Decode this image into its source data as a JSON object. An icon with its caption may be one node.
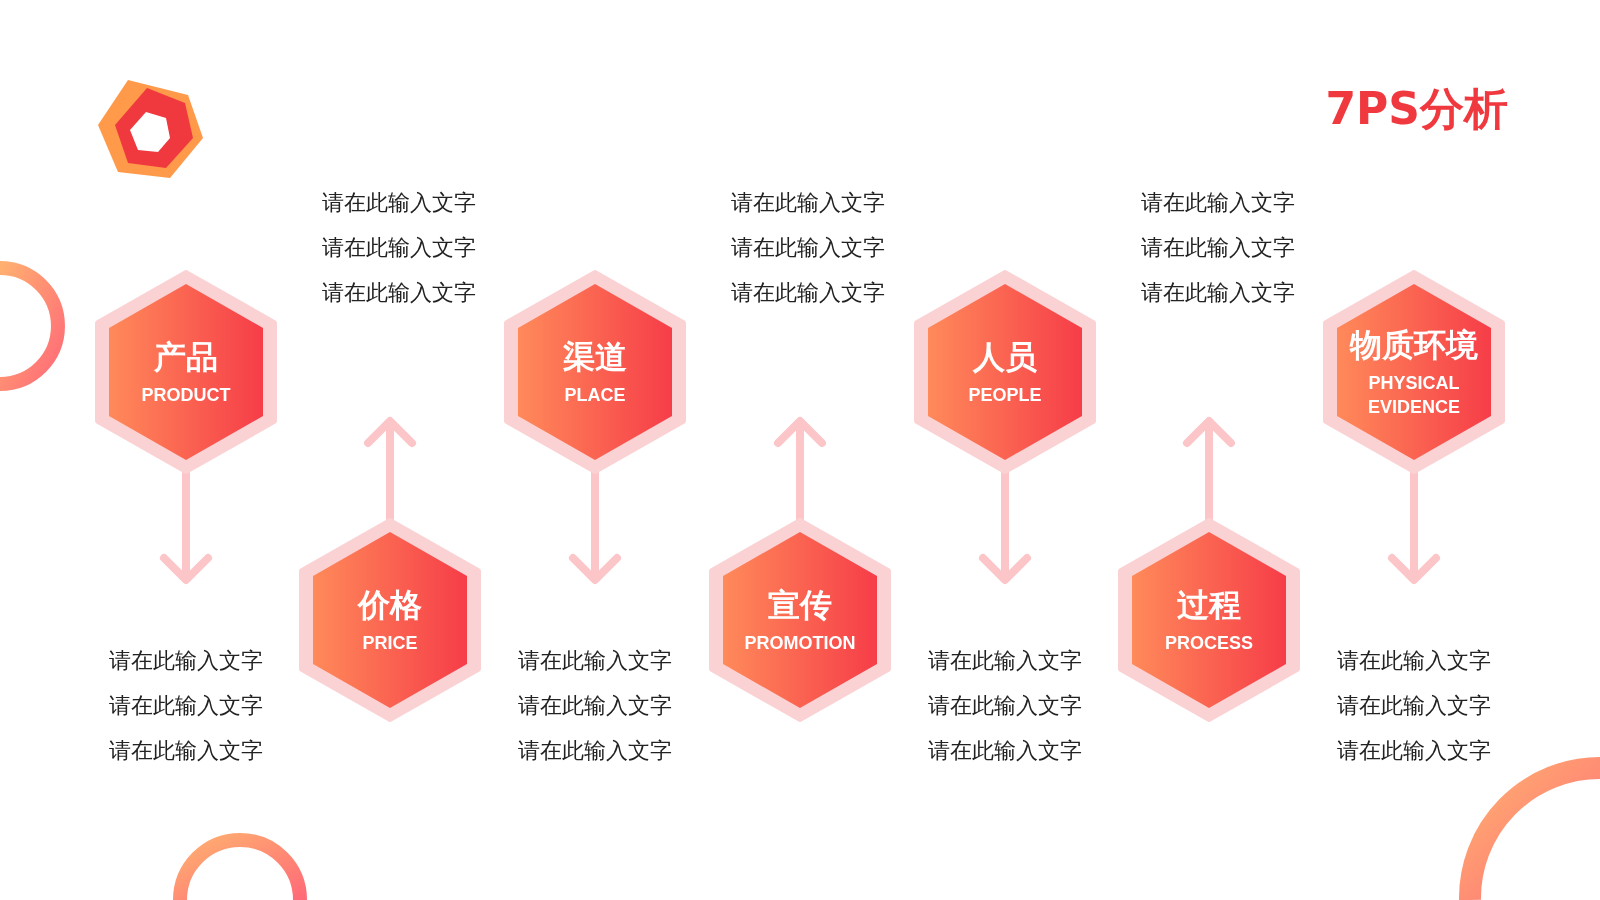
{
  "diagram": {
    "title": "7PS分析",
    "nodes": [
      {
        "text": [
          "产品",
          "PRODUCT"
        ]
      },
      {
        "text": [
          "请在此输入文字",
          "请在此输入文字",
          "请在此输入文字"
        ]
      },
      {
        "text": [
          "请在此输入文字",
          "请在此输入文字",
          "请在此输入文字"
        ]
      },
      {
        "text": [
          "价格",
          "PRICE"
        ]
      },
      {
        "text": [
          "渠道",
          "PLACE"
        ]
      },
      {
        "text": [
          "请在此输入文字",
          "请在此输入文字",
          "请在此输入文字"
        ]
      },
      {
        "text": [
          "请在此输入文字",
          "请在此输入文字",
          "请在此输入文字"
        ]
      },
      {
        "text": [
          "宣传",
          "PROMOTION"
        ]
      },
      {
        "text": [
          "人员",
          "PEOPLE"
        ]
      },
      {
        "text": [
          "请在此输入文字",
          "请在此输入文字",
          "请在此输入文字"
        ]
      },
      {
        "text": [
          "请在此输入文字",
          "请在此输入文字",
          "请在此输入文字"
        ]
      },
      {
        "text": [
          "过程",
          "PROCESS"
        ]
      },
      {
        "text": [
          "物质环境",
          "PHYSICAL EVIDENCE"
        ]
      },
      {
        "text": [
          "请在此输入文字",
          "请在此输入文字",
          "请在此输入文字"
        ]
      }
    ],
    "edges": [
      {
        "from": 0,
        "to": 1,
        "arrow": "to"
      },
      {
        "from": 3,
        "to": 2,
        "arrow": "to"
      },
      {
        "from": 4,
        "to": 5,
        "arrow": "to"
      },
      {
        "from": 7,
        "to": 6,
        "arrow": "to"
      },
      {
        "from": 8,
        "to": 9,
        "arrow": "to"
      },
      {
        "from": 11,
        "to": 10,
        "arrow": "to"
      },
      {
        "from": 12,
        "to": 13,
        "arrow": "to"
      }
    ]
  }
}
